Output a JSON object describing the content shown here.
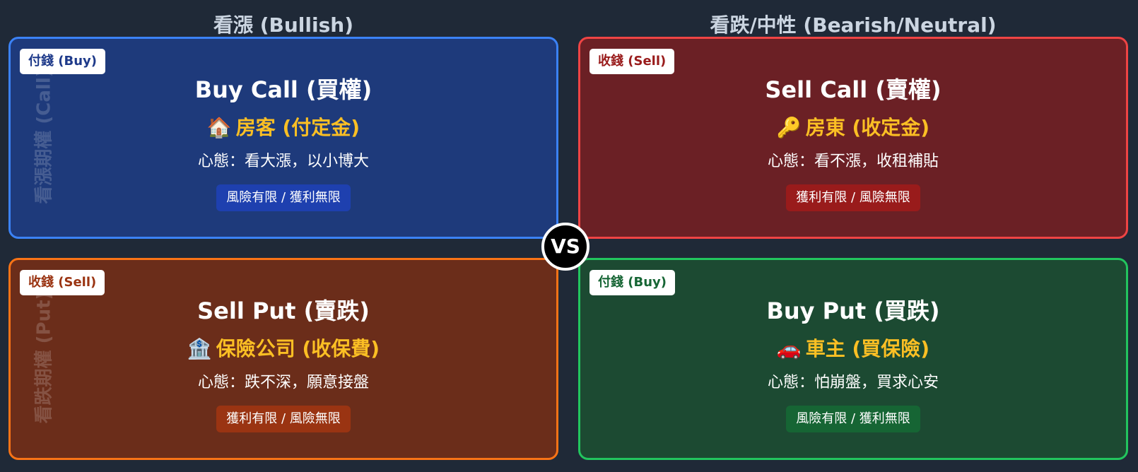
{
  "headers": {
    "left": "看漲 (Bullish)",
    "right": "看跌/中性 (Bearish/Neutral)"
  },
  "vs": "VS",
  "side_labels": {
    "call": "看漲期權 (Call)",
    "put": "看跌期權 (Put)"
  },
  "cards": {
    "buy_call": {
      "tag": "付錢 (Buy)",
      "title": "Buy Call (買權)",
      "icon": "house-icon",
      "emoji": "🏠",
      "role": "房客 (付定金)",
      "mindset": "心態：看大漲，以小博大",
      "risk": "風險有限 / 獲利無限"
    },
    "sell_call": {
      "tag": "收錢 (Sell)",
      "title": "Sell Call (賣權)",
      "icon": "key-icon",
      "emoji": "🔑",
      "role": "房東 (收定金)",
      "mindset": "心態：看不漲，收租補貼",
      "risk": "獲利有限 / 風險無限"
    },
    "sell_put": {
      "tag": "收錢 (Sell)",
      "title": "Sell Put (賣跌)",
      "icon": "bank-icon",
      "emoji": "🏦",
      "role": "保險公司 (收保費)",
      "mindset": "心態：跌不深，願意接盤",
      "risk": "獲利有限 / 風險無限"
    },
    "buy_put": {
      "tag": "付錢 (Buy)",
      "title": "Buy Put (買跌)",
      "icon": "car-icon",
      "emoji": "🚗",
      "role": "車主 (買保險)",
      "mindset": "心態：怕崩盤，買求心安",
      "risk": "風險有限 / 獲利無限"
    }
  },
  "colors": {
    "background": "#1f2937",
    "buy_call_border": "#3b82f6",
    "sell_call_border": "#ef4444",
    "sell_put_border": "#f97316",
    "buy_put_border": "#22c55e",
    "role_text": "#fbbf24"
  }
}
